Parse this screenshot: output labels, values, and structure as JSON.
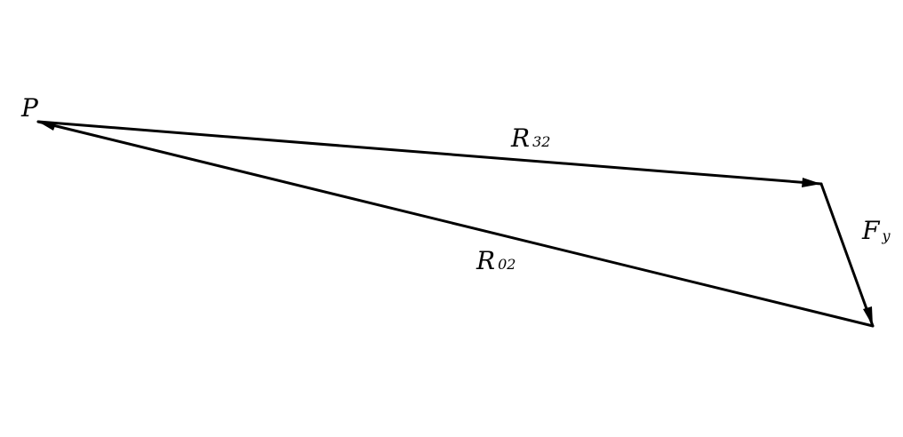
{
  "diagram": {
    "point_label": "P",
    "vectors": {
      "r32": {
        "symbol": "R",
        "subscript": "32"
      },
      "r02": {
        "symbol": "R",
        "subscript": "02"
      },
      "fy": {
        "symbol": "F",
        "subscript": "y"
      }
    }
  }
}
